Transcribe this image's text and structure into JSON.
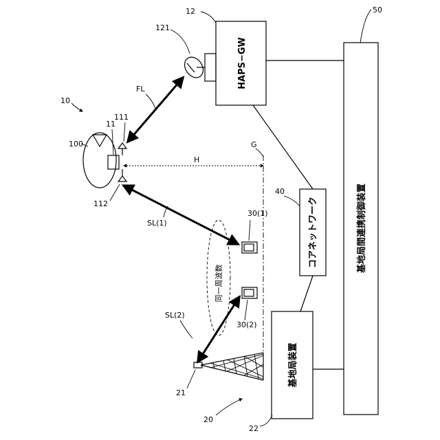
{
  "refs": {
    "system": "10",
    "haps_gw": "12",
    "gw_antenna": "121",
    "haps": "100",
    "relay": "11",
    "ant_feeder": "111",
    "ant_service": "112",
    "core_net": "40",
    "control": "50",
    "ue1": "30(1)",
    "ue2": "30(2)",
    "base_antenna": "21",
    "base_system": "20",
    "base_device": "22"
  },
  "labels": {
    "haps_gw": "HAPS−GW",
    "core_network": "コアネットワーク",
    "control_device": "基地局間連携制御装置",
    "base_station": "基地局装置",
    "same_freq": "同一周波数",
    "fl": "FL",
    "sl1": "SL(1)",
    "sl2": "SL(2)",
    "h": "H",
    "g": "G"
  }
}
